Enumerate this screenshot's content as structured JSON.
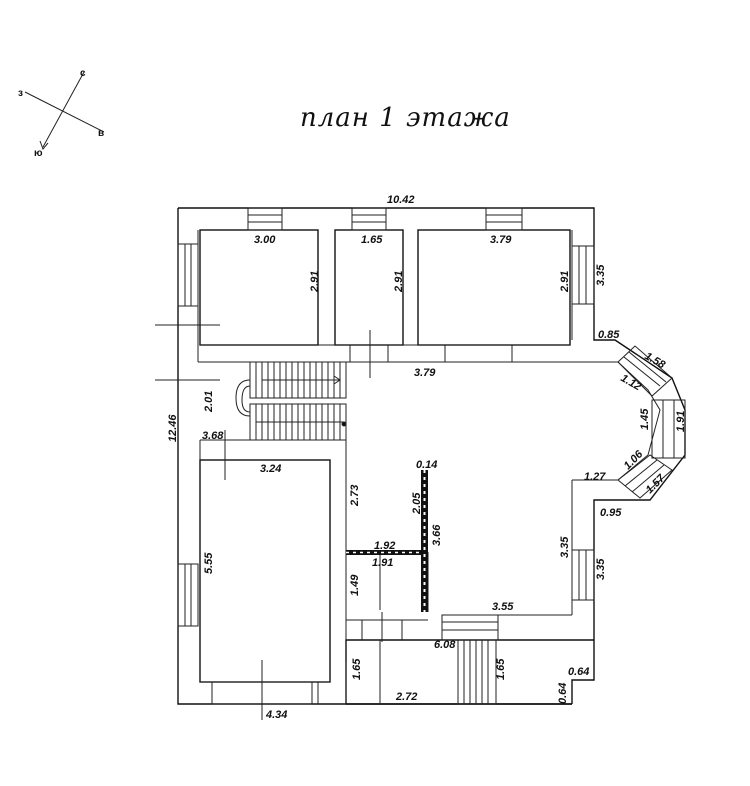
{
  "title": "план 1 этажа",
  "compass": {
    "n": "с",
    "s": "ю",
    "w": "з",
    "e": "в"
  },
  "dims": {
    "total_width": "10.42",
    "total_height": "12.46",
    "room1_w": "3.00",
    "room1_h": "2.91",
    "room2_w": "1.65",
    "room2_h": "2.91",
    "room3_w": "3.79",
    "room3_h": "2.91",
    "right_upper": "3.35",
    "bay_085": "0.85",
    "bay_158": "1.58",
    "bay_112": "1.12",
    "bay_145": "1.45",
    "bay_191": "1.91",
    "bay_106": "1.06",
    "bay_157": "1.57",
    "bay_127": "1.27",
    "bay_095": "0.95",
    "corridor": "3.79",
    "stair_h": "2.01",
    "left_368": "3.68",
    "room4_w": "3.24",
    "room4_h": "5.55",
    "room4_bottom": "4.34",
    "hall_273": "2.73",
    "part_014": "0.14",
    "part_205": "2.05",
    "part_366": "3.66",
    "bath_192": "1.92",
    "bath_191": "1.91",
    "bath_149": "1.49",
    "hall_335": "3.35",
    "right_lower": "3.35",
    "hall_355": "3.55",
    "hall_608": "6.08",
    "bottom_165a": "1.65",
    "bottom_272": "2.72",
    "bottom_165b": "1.65",
    "corner_064a": "0.64",
    "corner_064b": "0.64"
  }
}
